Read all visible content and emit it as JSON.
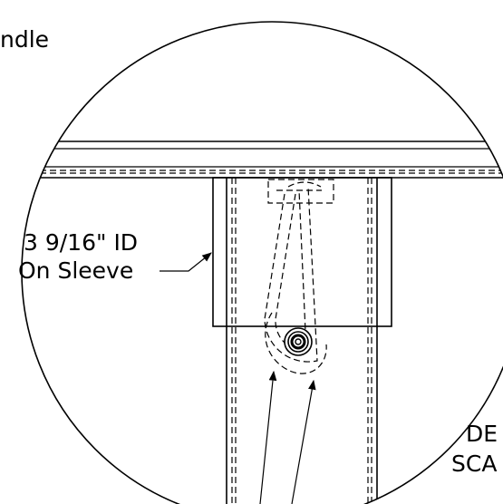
{
  "labels": {
    "handle_fragment": "ndle",
    "sleeve_line1": "3 9/16\" ID",
    "sleeve_line2": "On Sleeve",
    "detail_fragment": "DE",
    "scale_fragment": "SCA"
  }
}
